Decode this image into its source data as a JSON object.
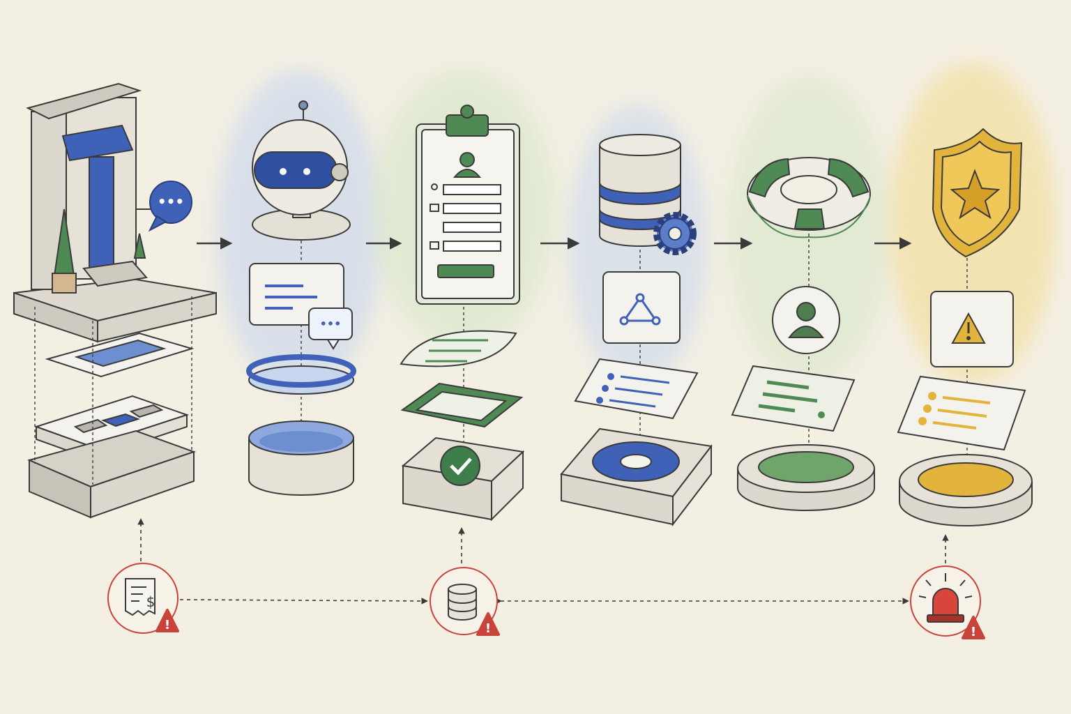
{
  "colors": {
    "paper": "#f3efe3",
    "ink": "#3a3a3a",
    "blue": "#3f62b8",
    "blue_wash": "#c7d6ee",
    "green": "#4f8a55",
    "green_wash": "#d7e6c8",
    "gold": "#e2b43c",
    "gold_wash": "#f3dc94",
    "alert_red": "#c8443a",
    "stone": "#e9e6dd"
  },
  "stages": [
    {
      "name": "storefront",
      "icons": [
        "storefront-icon",
        "chat-bubble-icon",
        "screen-layer-icon",
        "layout-layer-icon",
        "base-slab-icon"
      ]
    },
    {
      "name": "assistant",
      "icons": [
        "robot-head-icon",
        "message-card-icon",
        "chat-bubble-icon",
        "ring-icon",
        "water-basin-icon"
      ]
    },
    {
      "name": "intake",
      "icons": [
        "clipboard-form-icon",
        "checklist-sheet-icon",
        "frame-icon",
        "check-tray-icon"
      ]
    },
    {
      "name": "data",
      "icons": [
        "database-icon",
        "gear-icon",
        "network-card-icon",
        "list-card-icon",
        "ring-chart-base-icon"
      ]
    },
    {
      "name": "support",
      "icons": [
        "lifebuoy-icon",
        "user-badge-icon",
        "bar-card-icon",
        "green-pool-base-icon"
      ]
    },
    {
      "name": "protection",
      "icons": [
        "shield-star-icon",
        "warning-card-icon",
        "list-card-icon",
        "gold-pool-base-icon"
      ]
    }
  ],
  "alerts": [
    {
      "name": "invoice-alert",
      "icon": "invoice-dollar-icon",
      "badge": "!"
    },
    {
      "name": "database-alert",
      "icon": "database-icon",
      "badge": "!"
    },
    {
      "name": "siren-alert",
      "icon": "siren-icon",
      "badge": "!"
    }
  ],
  "chat_dots": "•••"
}
